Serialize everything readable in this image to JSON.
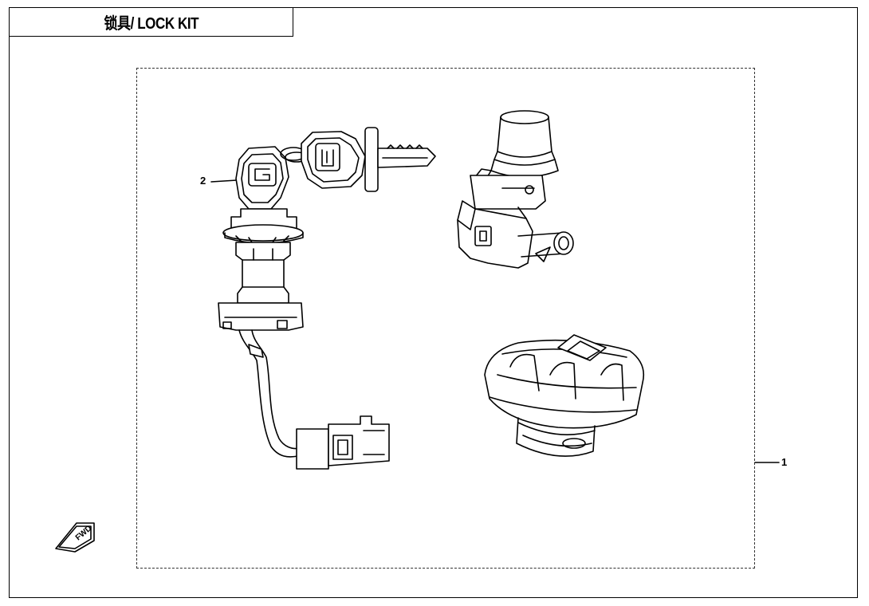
{
  "title": "锁具/ LOCK KIT",
  "callouts": [
    {
      "number": "1",
      "part": "lock-kit-assembly"
    },
    {
      "number": "2",
      "part": "ignition-switch-with-keys"
    }
  ],
  "fwd_label": "FWD",
  "colors": {
    "line": "#000000",
    "background": "#ffffff",
    "dashed": "#333333"
  }
}
